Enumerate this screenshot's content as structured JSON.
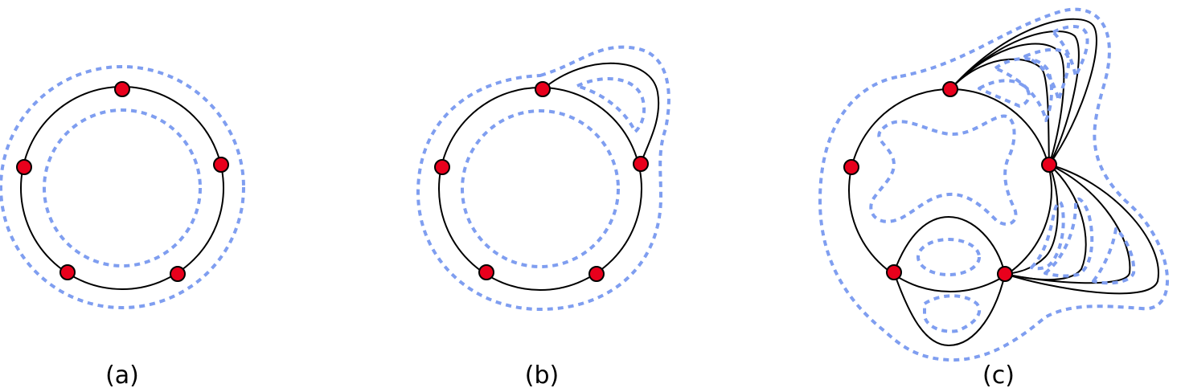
{
  "colors": {
    "edge": "#000000",
    "dashed_curve": "#7f9ef0",
    "vertex_fill": "#e8001c",
    "vertex_stroke": "#000000"
  },
  "panels": [
    {
      "caption": "(a)",
      "vertices": 5
    },
    {
      "caption": "(b)",
      "vertices": 5
    },
    {
      "caption": "(c)",
      "vertices": 5
    }
  ]
}
